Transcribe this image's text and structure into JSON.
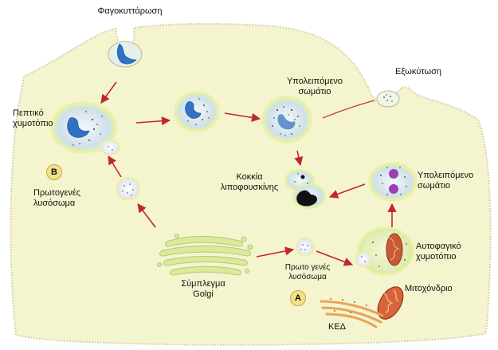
{
  "labels": {
    "phagocytosis": "Φαγοκυττάρωση",
    "exocytosis": "Εξωκύτωση",
    "residual_body_top_l1": "Υπολειπόμενο",
    "residual_body_top_l2": "σωμάτιο",
    "peptic_vacuole_l1": "Πεπτικό",
    "peptic_vacuole_l2": "χυμοτόπιο",
    "primary_lysosome_left_l1": "Πρωτογενές",
    "primary_lysosome_left_l2": "λυσόσωμα",
    "lipofuscin_l1": "Κοκκία",
    "lipofuscin_l2": "λιποφουσκίνης",
    "residual_body_right_l1": "Υπολειπόμενο",
    "residual_body_right_l2": "σωμάτιο",
    "golgi_l1": "Σύμπλεγμα",
    "golgi_l2": "Golgi",
    "primary_lysosome_mid_l1": "Πρωτο γενές",
    "primary_lysosome_mid_l2": "λυσόσωμα",
    "autophagic_l1": "Αυτοφαγικό",
    "autophagic_l2": "χυμοτόπιο",
    "mitochondrion": "Μιτοχόνδριο",
    "ker": "ΚΕΔ"
  },
  "badges": {
    "pathway_b": "B",
    "pathway_a": "A"
  },
  "colors": {
    "cytoplasm": "#f4f4cf",
    "membrane": "#b8b48a",
    "vacuole_fill": "#dbe9ee",
    "vacuole_glow": "#eef6b0",
    "lysosome_fill": "#eef0f8",
    "blue_particle": "#2f72c6",
    "arrow": "#c2262e",
    "golgi": "#d9ea9a",
    "mitochondrion": "#d8653a",
    "er": "#e8a458",
    "nucleus_purple": "#9b3fb3",
    "lipofuscin": "#111111"
  }
}
